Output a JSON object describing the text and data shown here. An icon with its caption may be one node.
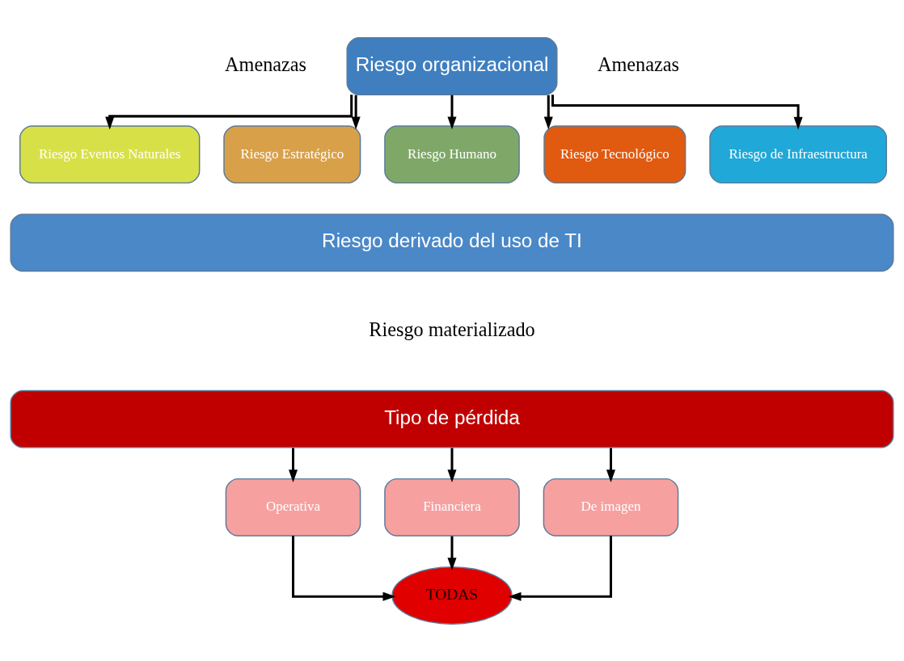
{
  "diagram": {
    "nodes": [
      {
        "text": [
          "Riesgo organizacional"
        ]
      },
      {
        "text": [
          "Riesgo Eventos Naturales"
        ]
      },
      {
        "text": [
          "Riesgo Estratégico"
        ]
      },
      {
        "text": [
          "Riesgo Humano"
        ]
      },
      {
        "text": [
          "Riesgo Tecnológico"
        ]
      },
      {
        "text": [
          "Riesgo de Infraestructura"
        ]
      },
      {
        "text": [
          "Riesgo derivado del uso de TI"
        ]
      },
      {
        "text": [
          "Tipo de pérdida"
        ]
      },
      {
        "text": [
          "Operativa"
        ]
      },
      {
        "text": [
          "Financiera"
        ]
      },
      {
        "text": [
          "De imagen"
        ]
      },
      {
        "text": [
          "TODAS"
        ]
      }
    ],
    "edges": [
      {
        "from": 0,
        "to": 1,
        "arrow": "to"
      },
      {
        "from": 0,
        "to": 2,
        "arrow": "to"
      },
      {
        "from": 0,
        "to": 3,
        "arrow": "to"
      },
      {
        "from": 0,
        "to": 4,
        "arrow": "to"
      },
      {
        "from": 0,
        "to": 5,
        "arrow": "to"
      },
      {
        "from": 7,
        "to": 8,
        "arrow": "to"
      },
      {
        "from": 7,
        "to": 9,
        "arrow": "to"
      },
      {
        "from": 7,
        "to": 10,
        "arrow": "to"
      },
      {
        "from": 8,
        "to": 11,
        "arrow": "to"
      },
      {
        "from": 9,
        "to": 11,
        "arrow": "to"
      },
      {
        "from": 10,
        "to": 11,
        "arrow": "to"
      }
    ],
    "labels": [
      "Amenazas",
      "Amenazas",
      "Riesgo materializado"
    ]
  }
}
